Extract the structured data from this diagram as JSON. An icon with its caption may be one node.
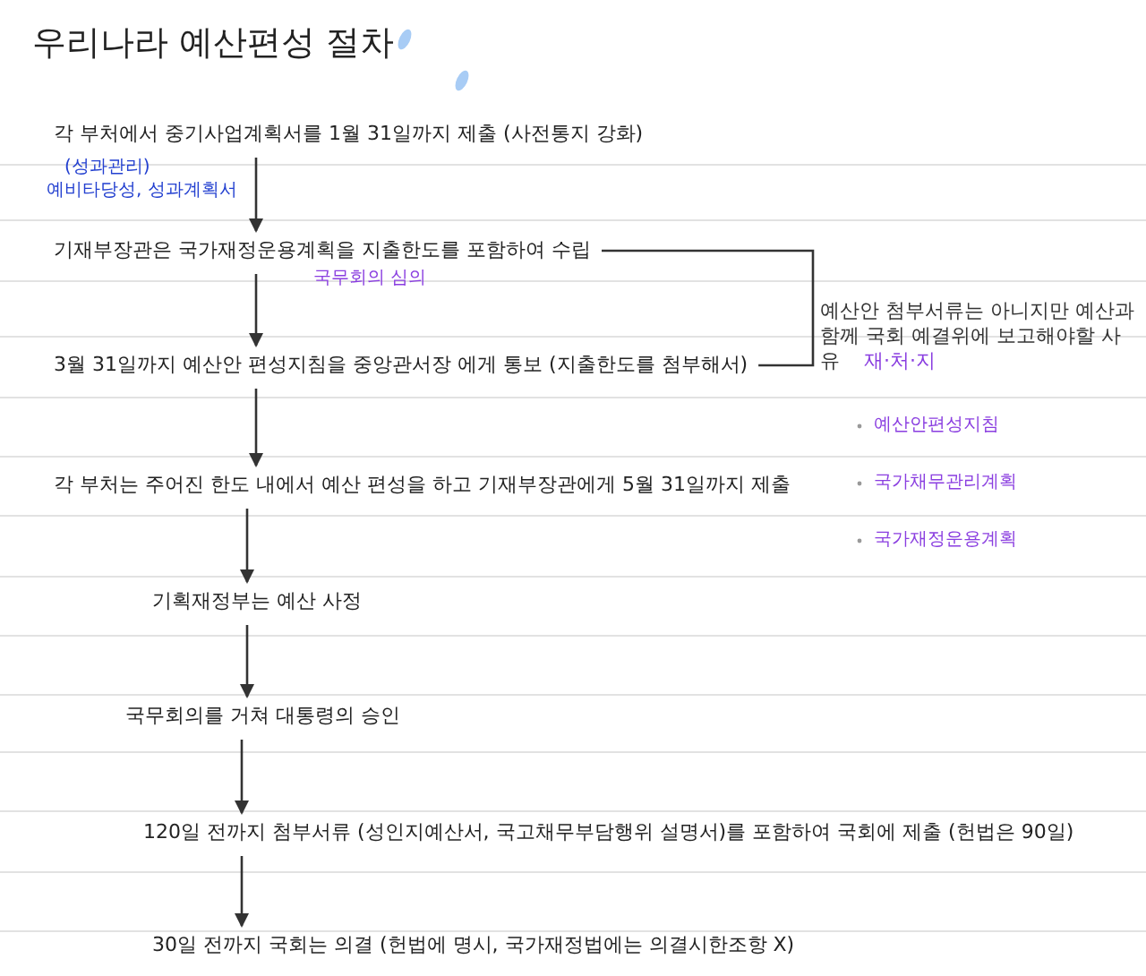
{
  "diagram": {
    "title": "우리나라 예산편성 절차",
    "nodes": [
      {
        "text": [
          "각 부처에서 중기사업계획서를 1월 31일까지 제출 (사전통지 강화)"
        ]
      },
      {
        "text": [
          "기재부장관은 국가재정운용계획을 지출한도를 포함하여 수립"
        ]
      },
      {
        "text": [
          "3월 31일까지 예산안 편성지침을 중앙관서장 에게 통보 (지출한도를 첨부해서)"
        ]
      },
      {
        "text": [
          "각 부처는 주어진 한도 내에서 예산 편성을 하고 기재부장관에게 5월 31일까지 제출"
        ]
      },
      {
        "text": [
          "기획재정부는 예산 사정"
        ]
      },
      {
        "text": [
          "국무회의를 거쳐 대통령의 승인"
        ]
      },
      {
        "text": [
          "120일 전까지 첨부서류 (성인지예산서, 국고채무부담행위 설명서)를 포함하여 국회에 제출 (헌법은 90일)"
        ]
      },
      {
        "text": [
          "30일 전까지 국회는 의결 (헌법에 명시, 국가재정법에는 의결시한조항 X)"
        ]
      },
      {
        "text": [
          "예산안 첨부서류는 아니지만 예산과 함께 국회 예결위에 보고해야할 사유",
          "재·처·지"
        ]
      }
    ],
    "edges": [
      {
        "from": 0,
        "to": 1,
        "arrow": "to"
      },
      {
        "from": 1,
        "to": 2,
        "arrow": "to"
      },
      {
        "from": 2,
        "to": 3,
        "arrow": "to"
      },
      {
        "from": 3,
        "to": 4,
        "arrow": "to"
      },
      {
        "from": 4,
        "to": 5,
        "arrow": "to"
      },
      {
        "from": 5,
        "to": 6,
        "arrow": "to"
      },
      {
        "from": 6,
        "to": 7,
        "arrow": "to"
      },
      {
        "from": 1,
        "to": 8,
        "arrow": "none"
      },
      {
        "from": 2,
        "to": 8,
        "arrow": "none"
      }
    ],
    "labels": [
      "(성과관리)",
      "예비타당성, 성과계획서",
      "국무회의 심의",
      "예산안편성지침",
      "국가채무관리계획",
      "국가재정운용계획"
    ]
  }
}
